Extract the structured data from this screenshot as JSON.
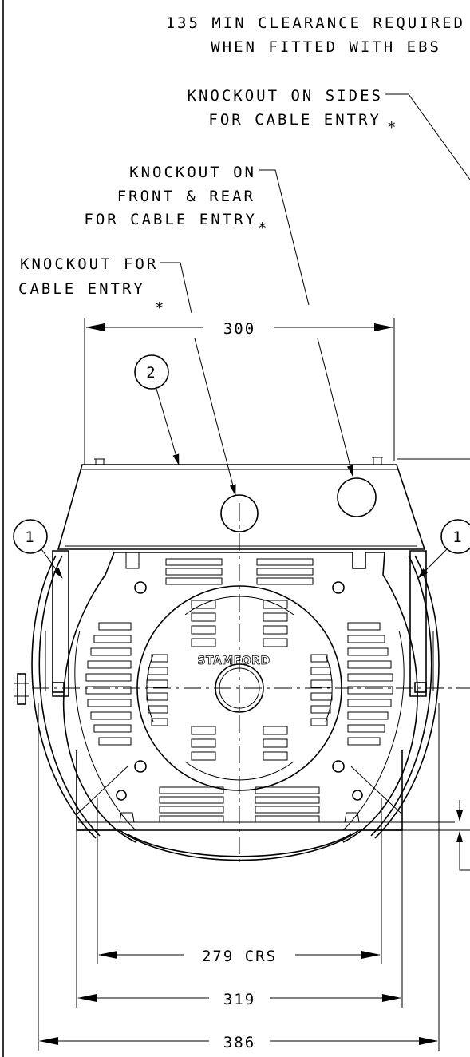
{
  "notes": {
    "clearance_line1": "135 MIN CLEARANCE REQUIRED",
    "clearance_line2": "WHEN FITTED WITH EBS",
    "knockout_sides_line1": "KNOCKOUT ON SIDES",
    "knockout_sides_line2": "FOR CABLE ENTRY",
    "knockout_front_line1": "KNOCKOUT ON",
    "knockout_front_line2": "FRONT & REAR",
    "knockout_front_line3": "FOR CABLE ENTRY",
    "knockout_top_line1": "KNOCKOUT FOR",
    "knockout_top_line2": "CABLE ENTRY",
    "asterisk": "*"
  },
  "balloons": {
    "item_2": "2",
    "item_1_left": "1",
    "item_1_right": "1"
  },
  "dimensions": {
    "terminal_box_width": "300",
    "foot_centres": "279 CRS",
    "foot_width": "319",
    "overall_width": "386"
  },
  "logo": {
    "text": "STAMFORD"
  }
}
